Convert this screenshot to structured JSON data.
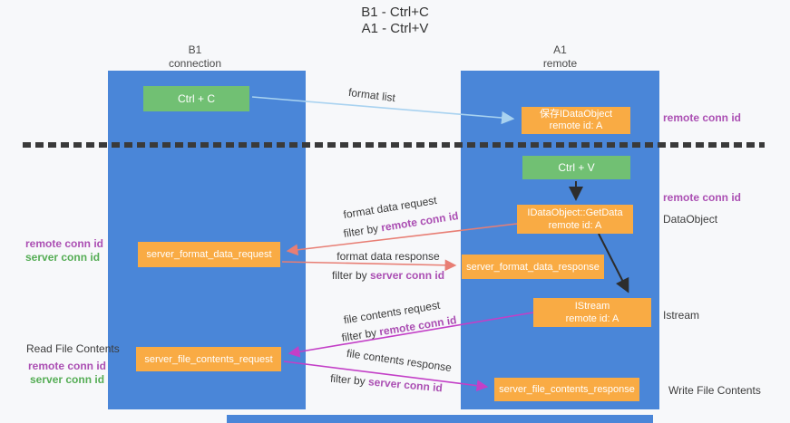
{
  "title": {
    "line1": "B1 - Ctrl+C",
    "line2": "A1 - Ctrl+V"
  },
  "lanes": {
    "left": {
      "name": "B1",
      "role": "connection"
    },
    "right": {
      "name": "A1",
      "role": "remote"
    }
  },
  "boxes": {
    "ctrl_c": "Ctrl + C",
    "ctrl_v": "Ctrl + V",
    "save_dataobject": {
      "line1": "保存IDataObject",
      "line2": "remote id: A"
    },
    "getdata": {
      "line1": "IDataObject::GetData",
      "line2": "remote id: A"
    },
    "istream": {
      "line1": "IStream",
      "line2": "remote id: A"
    },
    "server_format_data_request": "server_format_data_request",
    "server_format_data_response": "server_format_data_response",
    "server_file_contents_request": "server_file_contents_request",
    "server_file_contents_response": "server_file_contents_response"
  },
  "labels": {
    "remote_conn_id": "remote conn id",
    "server_conn_id": "server conn id",
    "dataobject": "DataObject",
    "istream": "Istream",
    "read_file_contents": "Read File Contents",
    "write_file_contents": "Write File Contents",
    "format_list": "format list",
    "format_data_request": "format data request",
    "format_data_response": "format data response",
    "file_contents_request": "file contents request",
    "file_contents_response": "file contents response",
    "filter_by": "filter by"
  },
  "colors": {
    "lane_blue": "#4a86d8",
    "box_green": "#71c073",
    "box_orange": "#f9ab44",
    "arrow_salmon": "#e87e74",
    "arrow_magenta": "#c33fc7",
    "arrow_lightblue": "#a8d2f0",
    "arrow_black": "#2d2d2d",
    "text_purple": "#ab4fb3",
    "text_green": "#55ad55",
    "background": "#f7f8fa"
  }
}
